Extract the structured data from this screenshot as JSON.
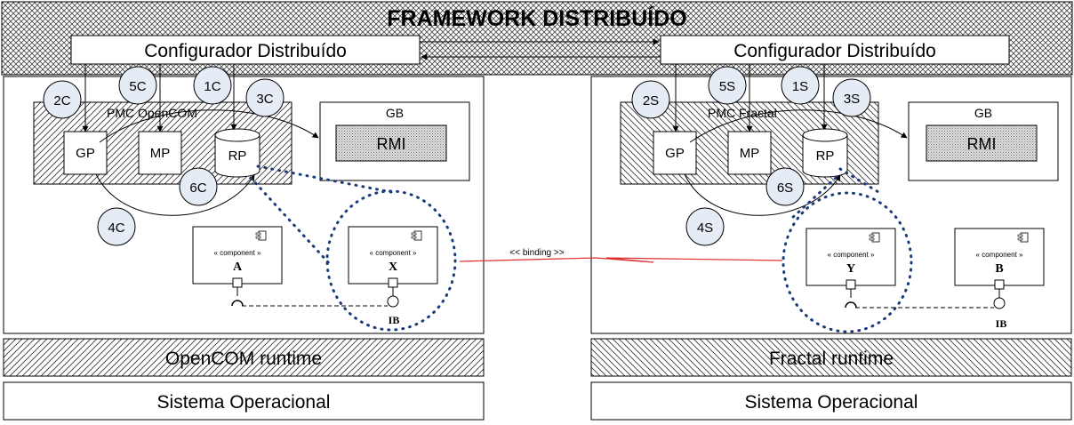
{
  "title": "FRAMEWORK DISTRIBUÍDO",
  "binding_label": "<< binding >>",
  "left": {
    "configurador": "Configurador Distribuído",
    "pmc": "PMC OpenCOM",
    "gp": "GP",
    "mp": "MP",
    "rp": "RP",
    "gb": "GB",
    "rmi": "RMI",
    "steps": [
      "2C",
      "5C",
      "1C",
      "3C",
      "6C",
      "4C"
    ],
    "components": [
      {
        "stereotype": "« component »",
        "name": "A"
      },
      {
        "stereotype": "« component »",
        "name": "X"
      }
    ],
    "ib": "IB",
    "runtime": "OpenCOM runtime",
    "os": "Sistema Operacional"
  },
  "right": {
    "configurador": "Configurador Distribuído",
    "pmc": "PMC Fractal",
    "gp": "GP",
    "mp": "MP",
    "rp": "RP",
    "gb": "GB",
    "rmi": "RMI",
    "steps": [
      "2S",
      "5S",
      "1S",
      "3S",
      "6S",
      "4S"
    ],
    "components": [
      {
        "stereotype": "« component »",
        "name": "Y"
      },
      {
        "stereotype": "« component »",
        "name": "B"
      }
    ],
    "ib": "IB",
    "runtime": "Fractal runtime",
    "os": "Sistema Operacional"
  }
}
